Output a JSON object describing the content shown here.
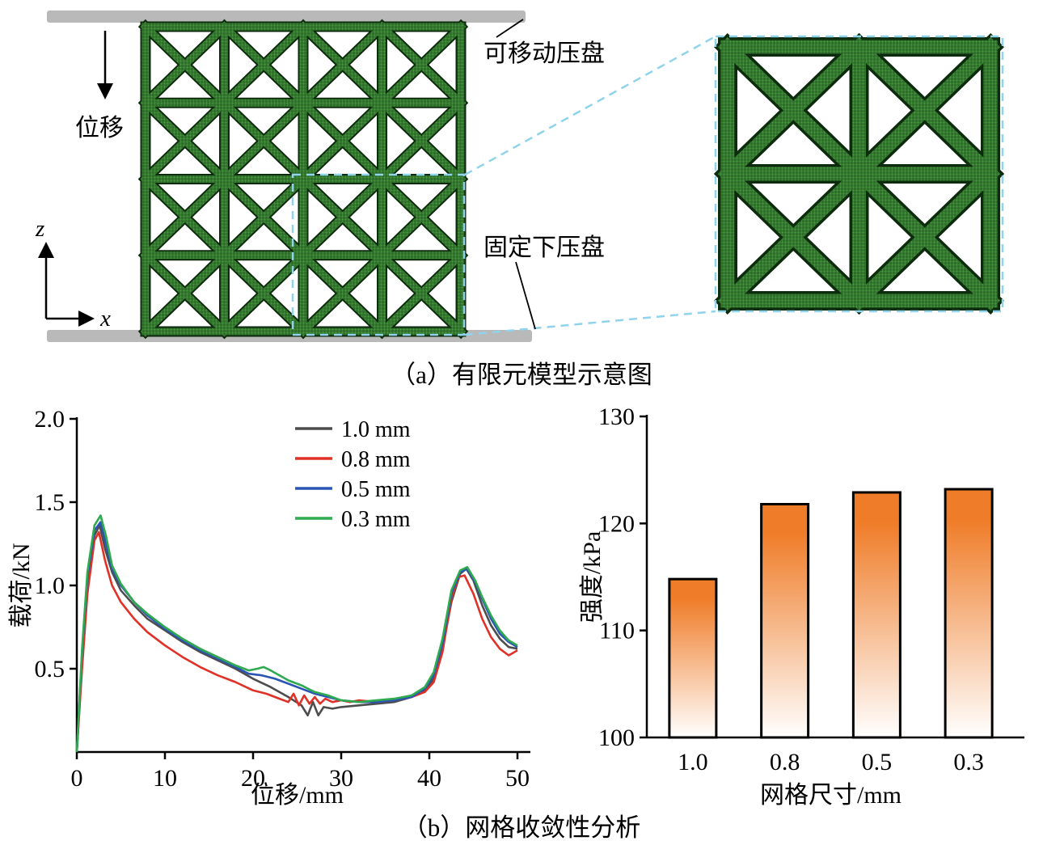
{
  "panel_a": {
    "caption": "（a）有限元模型示意图",
    "labels": {
      "movable_platen": "可移动压盘",
      "fixed_platen": "固定下压盘",
      "displacement": "位移",
      "axis_z": "z",
      "axis_x": "x"
    },
    "colors": {
      "platen_gray": "#b9b9b9",
      "lattice_green": "#46a53c",
      "highlight_dashed": "#8fd3ec"
    }
  },
  "panel_b": {
    "caption": "（b）网格收敛性分析"
  },
  "chart_data": [
    {
      "type": "line",
      "title": "",
      "xlabel": "位移/mm",
      "ylabel": "载荷/kN",
      "xlim": [
        0,
        50
      ],
      "ylim": [
        0,
        2.0
      ],
      "xticks": [
        0,
        10,
        20,
        30,
        40,
        50
      ],
      "xtick_labels": [
        "0",
        "10",
        "20",
        "30",
        "40",
        "50"
      ],
      "yticks": [
        0.5,
        1.0,
        1.5,
        2.0
      ],
      "ytick_labels": [
        "0.5",
        "1.0",
        "1.5",
        "2.0"
      ],
      "grid": false,
      "legend_position": "inside-top-center",
      "series": [
        {
          "name": "1.0 mm",
          "color": "#4d4d4d",
          "x": [
            0,
            0.6,
            1.2,
            2.0,
            2.6,
            3.2,
            4,
            5,
            6.5,
            8,
            10,
            12,
            14,
            16,
            18,
            20,
            22,
            24,
            25.5,
            26.2,
            26.8,
            27.4,
            28,
            29,
            30,
            32,
            34,
            36,
            38,
            39.5,
            40.5,
            41.5,
            42.5,
            43.5,
            44.2,
            45,
            46,
            47,
            48,
            49,
            50
          ],
          "y": [
            0,
            0.55,
            1.0,
            1.3,
            1.36,
            1.22,
            1.08,
            0.97,
            0.88,
            0.8,
            0.73,
            0.66,
            0.6,
            0.55,
            0.5,
            0.44,
            0.39,
            0.33,
            0.28,
            0.22,
            0.3,
            0.22,
            0.27,
            0.26,
            0.27,
            0.28,
            0.29,
            0.3,
            0.33,
            0.37,
            0.44,
            0.62,
            0.9,
            1.07,
            1.1,
            1.03,
            0.88,
            0.76,
            0.68,
            0.63,
            0.62
          ]
        },
        {
          "name": "0.8 mm",
          "color": "#e03127",
          "x": [
            0,
            0.6,
            1.2,
            2.0,
            2.5,
            3.2,
            4,
            5,
            6.5,
            8,
            10,
            12,
            14,
            16,
            18,
            20,
            21.5,
            23,
            24,
            24.6,
            25.2,
            25.8,
            26.4,
            27,
            27.6,
            28.2,
            29,
            30,
            31,
            32,
            34,
            36,
            38,
            39.5,
            40.5,
            41.5,
            42.5,
            43.3,
            44,
            45,
            46,
            47,
            48,
            49,
            50
          ],
          "y": [
            0,
            0.5,
            0.95,
            1.27,
            1.32,
            1.15,
            1.0,
            0.9,
            0.8,
            0.72,
            0.64,
            0.57,
            0.51,
            0.46,
            0.42,
            0.37,
            0.35,
            0.32,
            0.3,
            0.35,
            0.28,
            0.34,
            0.29,
            0.33,
            0.29,
            0.32,
            0.3,
            0.31,
            0.3,
            0.31,
            0.3,
            0.31,
            0.33,
            0.36,
            0.42,
            0.6,
            0.92,
            1.05,
            1.06,
            0.95,
            0.8,
            0.69,
            0.62,
            0.58,
            0.61
          ]
        },
        {
          "name": "0.5 mm",
          "color": "#2b55b5",
          "x": [
            0,
            0.6,
            1.2,
            2.0,
            2.7,
            3.3,
            4,
            5,
            6.5,
            8,
            10,
            12,
            14,
            16,
            18,
            19.5,
            21,
            22.5,
            24,
            25.5,
            27,
            28.5,
            30,
            32,
            34,
            36,
            38,
            39.5,
            40.5,
            41.5,
            42.5,
            43.5,
            44.3,
            45.2,
            46,
            47,
            48,
            49,
            50
          ],
          "y": [
            0,
            0.6,
            1.05,
            1.33,
            1.38,
            1.25,
            1.1,
            1.0,
            0.9,
            0.82,
            0.74,
            0.67,
            0.61,
            0.56,
            0.51,
            0.47,
            0.46,
            0.44,
            0.41,
            0.38,
            0.35,
            0.33,
            0.31,
            0.3,
            0.3,
            0.31,
            0.33,
            0.38,
            0.46,
            0.65,
            0.95,
            1.08,
            1.1,
            1.02,
            0.92,
            0.8,
            0.71,
            0.66,
            0.63
          ]
        },
        {
          "name": "0.3 mm",
          "color": "#2faa4f",
          "x": [
            0,
            0.6,
            1.2,
            2.0,
            2.7,
            3.3,
            4,
            5,
            6.5,
            8,
            10,
            12,
            14,
            16,
            18,
            19.5,
            20.5,
            21.2,
            22,
            23,
            24,
            25.5,
            27,
            28.5,
            30,
            32,
            34,
            36,
            38,
            39.5,
            40.5,
            41.5,
            42.5,
            43.5,
            44.3,
            45.2,
            46,
            47,
            48,
            49,
            50
          ],
          "y": [
            0,
            0.62,
            1.08,
            1.36,
            1.42,
            1.3,
            1.12,
            1.01,
            0.9,
            0.83,
            0.75,
            0.68,
            0.62,
            0.57,
            0.52,
            0.49,
            0.5,
            0.51,
            0.49,
            0.46,
            0.43,
            0.4,
            0.36,
            0.34,
            0.31,
            0.3,
            0.31,
            0.32,
            0.34,
            0.39,
            0.48,
            0.68,
            0.97,
            1.09,
            1.11,
            1.03,
            0.93,
            0.82,
            0.73,
            0.67,
            0.64
          ]
        }
      ]
    },
    {
      "type": "bar",
      "title": "",
      "xlabel": "网格尺寸/mm",
      "ylabel": "强度/kPa",
      "categories": [
        "1.0",
        "0.8",
        "0.5",
        "0.3"
      ],
      "values": [
        114.8,
        121.8,
        122.9,
        123.2
      ],
      "ylim": [
        100,
        130
      ],
      "yticks": [
        100,
        110,
        120,
        130
      ],
      "ytick_labels": [
        "100",
        "110",
        "120",
        "130"
      ],
      "grid": false,
      "bar_gradient_top": "#ef7c28",
      "bar_gradient_bottom": "#ffffff",
      "bar_border": "#000000"
    }
  ]
}
